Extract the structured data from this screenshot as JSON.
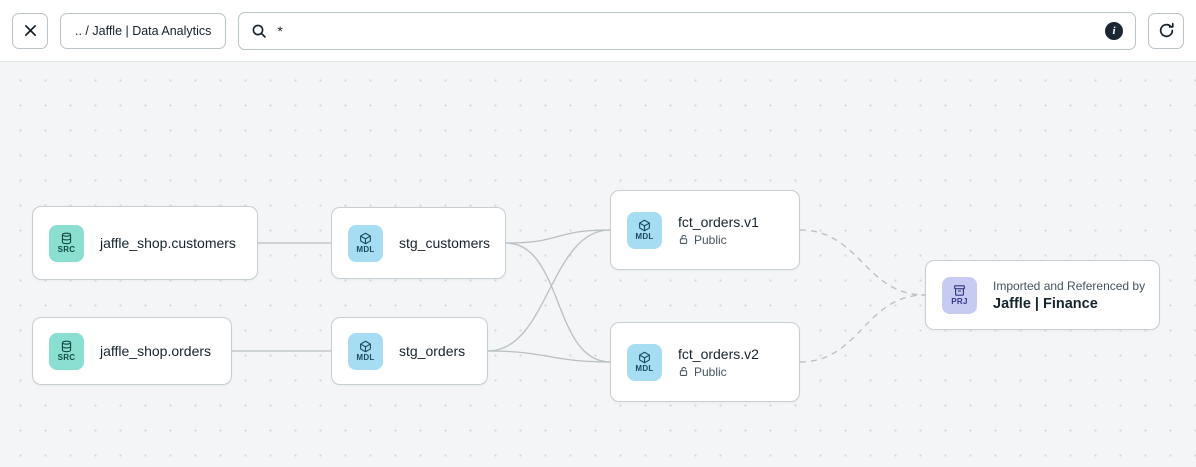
{
  "toolbar": {
    "close": {
      "icon": "x-icon"
    },
    "breadcrumb": {
      "text": ".. / Jaffle | Data Analytics"
    },
    "search": {
      "value": "*",
      "icon": "search-icon"
    },
    "info": {
      "icon": "info-icon"
    },
    "refresh": {
      "icon": "refresh-icon"
    }
  },
  "colors": {
    "source_badge_bg": "#8BDFD0",
    "source_badge_text": "#114B44",
    "model_badge_bg": "#A7DDF2",
    "model_badge_text": "#1B4A5E",
    "project_badge_bg": "#C7CBF2",
    "project_badge_text": "#32387F",
    "edge": "#b8bfc3",
    "canvas_bg": "#f3f5f6"
  },
  "graph": {
    "nodes": [
      {
        "id": "jaffle_shop_customers",
        "type": "source",
        "badge": "SRC",
        "label": "jaffle_shop.customers"
      },
      {
        "id": "jaffle_shop_orders",
        "type": "source",
        "badge": "SRC",
        "label": "jaffle_shop.orders"
      },
      {
        "id": "stg_customers",
        "type": "model",
        "badge": "MDL",
        "label": "stg_customers"
      },
      {
        "id": "stg_orders",
        "type": "model",
        "badge": "MDL",
        "label": "stg_orders"
      },
      {
        "id": "fct_orders_v1",
        "type": "model",
        "badge": "MDL",
        "label": "fct_orders.v1",
        "access": "Public"
      },
      {
        "id": "fct_orders_v2",
        "type": "model",
        "badge": "MDL",
        "label": "fct_orders.v2",
        "access": "Public"
      },
      {
        "id": "jaffle_finance",
        "type": "project",
        "badge": "PRJ",
        "label": "Jaffle | Finance",
        "sublabel": "Imported and Referenced by"
      }
    ],
    "edges": [
      {
        "from": "jaffle_shop_customers",
        "to": "stg_customers",
        "style": "solid"
      },
      {
        "from": "jaffle_shop_orders",
        "to": "stg_orders",
        "style": "solid"
      },
      {
        "from": "stg_customers",
        "to": "fct_orders_v1",
        "style": "solid"
      },
      {
        "from": "stg_customers",
        "to": "fct_orders_v2",
        "style": "solid"
      },
      {
        "from": "stg_orders",
        "to": "fct_orders_v1",
        "style": "solid"
      },
      {
        "from": "stg_orders",
        "to": "fct_orders_v2",
        "style": "solid"
      },
      {
        "from": "fct_orders_v1",
        "to": "jaffle_finance",
        "style": "dashed"
      },
      {
        "from": "fct_orders_v2",
        "to": "jaffle_finance",
        "style": "dashed"
      }
    ]
  }
}
